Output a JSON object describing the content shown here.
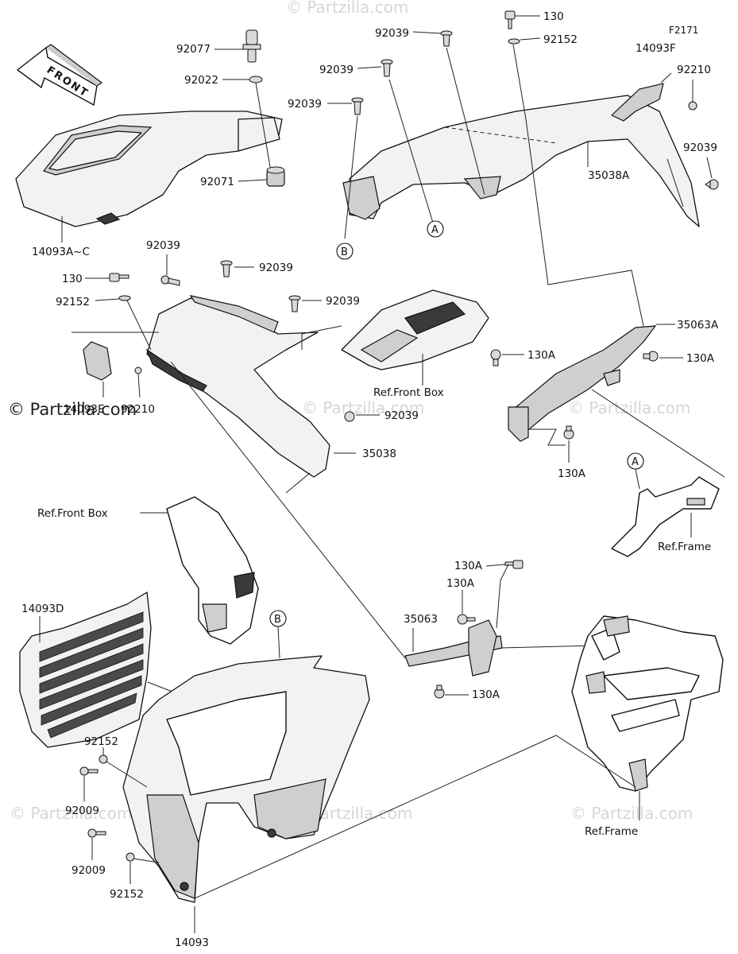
{
  "diagram_code": "F2171",
  "front_arrow_label": "FRONT",
  "watermarks": {
    "main": "© Partzilla.com",
    "faint": "© Partzilla.com"
  },
  "labels": {
    "p92077": "92077",
    "p92022": "92022",
    "p92071": "92071",
    "p14093AC": "14093A~C",
    "p92039_top1": "92039",
    "p130_top": "130",
    "p92152_top": "92152",
    "p14093F": "14093F",
    "p92210_top": "92210",
    "p92039_top2": "92039",
    "p92039_top3": "92039",
    "p35038A": "35038A",
    "p92039_right": "92039",
    "p92039_mid1": "92039",
    "p92039_mid2": "92039",
    "p92039_mid3": "92039",
    "p130_left": "130",
    "p92152_left": "92152",
    "p14093E": "14093E",
    "p92210_left": "92210",
    "p92039_mid4": "92039",
    "p35038": "35038",
    "ref_front_box_1": "Ref.Front Box",
    "p35063A": "35063A",
    "p130A_1": "130A",
    "p130A_2": "130A",
    "p130A_3": "130A",
    "ref_frame_1": "Ref.Frame",
    "ref_front_box_2": "Ref.Front Box",
    "p14093D": "14093D",
    "p130A_4": "130A",
    "p130A_5": "130A",
    "p35063": "35063",
    "p130A_6": "130A",
    "p92152_low1": "92152",
    "p92009_1": "92009",
    "p92009_2": "92009",
    "p92152_low2": "92152",
    "p14093": "14093",
    "ref_frame_2": "Ref.Frame"
  },
  "callouts": {
    "a_upper": "A",
    "b_upper": "B",
    "a_lower": "A",
    "b_lower": "B"
  },
  "icons": [
    "front-arrow-icon",
    "copyright-icon"
  ]
}
